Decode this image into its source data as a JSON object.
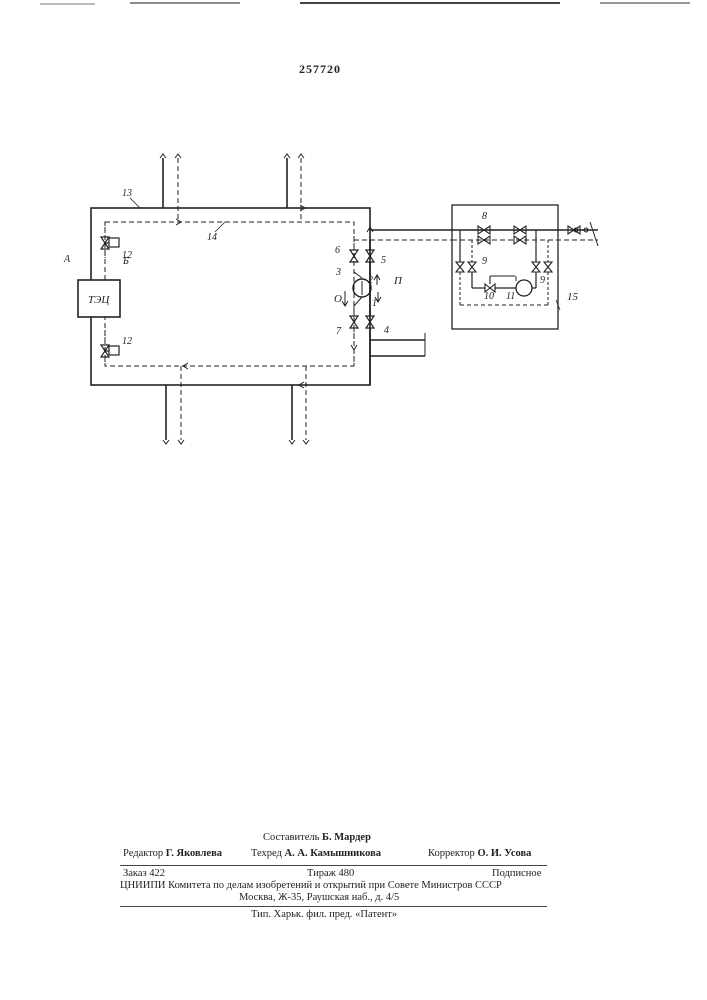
{
  "patent_number": "257720",
  "diagram_labels": {
    "station": "ТЭЦ",
    "A": "А",
    "B": "Б",
    "O": "О",
    "P": "П",
    "n1": "1",
    "n2": "2",
    "n3": "3",
    "n4": "4",
    "n5": "5",
    "n6": "6",
    "n7": "7",
    "n8": "8",
    "n9a": "9",
    "n9b": "9",
    "n10": "10",
    "n11": "11",
    "n12a": "12",
    "n12b": "12",
    "n13": "13",
    "n14": "14",
    "n15": "15"
  },
  "credits": {
    "compiler_role": "Составитель",
    "compiler_name": "Б. Мардер",
    "editor_role": "Редактор",
    "editor_name": "Г. Яковлева",
    "techred_role": "Техред",
    "techred_name": "А. А. Камышникова",
    "corrector_role": "Корректор",
    "corrector_name": "О. И. Усова"
  },
  "imprint": {
    "order": "Заказ 422",
    "circulation": "Тираж 480",
    "subscription": "Подписное",
    "org_line": "ЦНИИПИ Комитета по делам изобретений и открытий при Совете Министров СССР",
    "address": "Москва, Ж-35, Раушская наб., д. 4/5",
    "printer": "Тип. Харьк. фил. пред. «Патент»"
  }
}
